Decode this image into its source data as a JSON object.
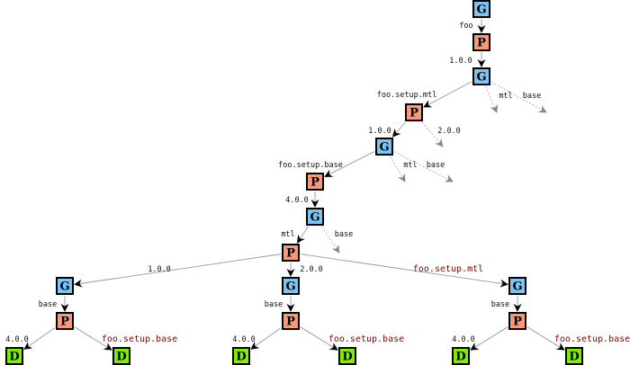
{
  "colors": {
    "G": "#7cc4f4",
    "P": "#f89a78",
    "D": "#7cf000",
    "edge": "#999999",
    "highlight_label": "#8b0000"
  },
  "node_letters": {
    "G": "G",
    "P": "P",
    "D": "D"
  },
  "edges": [
    {
      "label": "foo"
    },
    {
      "label": "1.0.0"
    },
    {
      "label": "mtl"
    },
    {
      "label": "base"
    },
    {
      "label": "foo.setup.mtl"
    },
    {
      "label": "1.0.0"
    },
    {
      "label": "2.0.0"
    },
    {
      "label": "mtl"
    },
    {
      "label": "base"
    },
    {
      "label": "foo.setup.base"
    },
    {
      "label": "4.0.0"
    },
    {
      "label": "base"
    },
    {
      "label": "mtl"
    },
    {
      "label": "1.0.0"
    },
    {
      "label": "2.0.0"
    },
    {
      "label": "foo.setup.mtl"
    },
    {
      "label": "base"
    },
    {
      "label": "base"
    },
    {
      "label": "base"
    },
    {
      "label": "4.0.0"
    },
    {
      "label": "foo.setup.base"
    },
    {
      "label": "4.0.0"
    },
    {
      "label": "foo.setup.base"
    },
    {
      "label": "4.0.0"
    },
    {
      "label": "foo.setup.base"
    }
  ]
}
